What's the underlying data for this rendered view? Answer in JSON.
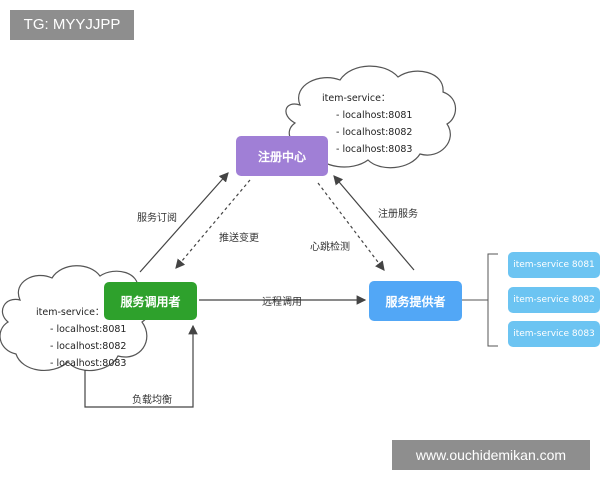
{
  "watermark_top": "TG: MYYJJPP",
  "watermark_bottom": "www.ouchidemikan.com",
  "registry": "注册中心",
  "consumer": "服务调用者",
  "provider": "服务提供者",
  "cloud_top": {
    "title": "item-service：",
    "items": [
      "- localhost:8081",
      "- localhost:8082",
      "- localhost:8083"
    ]
  },
  "cloud_left": {
    "title": "item-service：",
    "items": [
      "- localhost:8081",
      "- localhost:8082",
      "- localhost:8083"
    ]
  },
  "edges": {
    "subscribe": "服务订阅",
    "push": "推送变更",
    "heartbeat": "心跳检测",
    "register": "注册服务",
    "remote_call": "远程调用",
    "load_balance": "负载均衡"
  },
  "instances": [
    "item-service 8081",
    "item-service 8082",
    "item-service 8083"
  ],
  "colors": {
    "registry": "#a07fd6",
    "consumer": "#2ea12c",
    "provider": "#52a7f6",
    "instance": "#6cc4f2",
    "arrow": "#444444"
  }
}
